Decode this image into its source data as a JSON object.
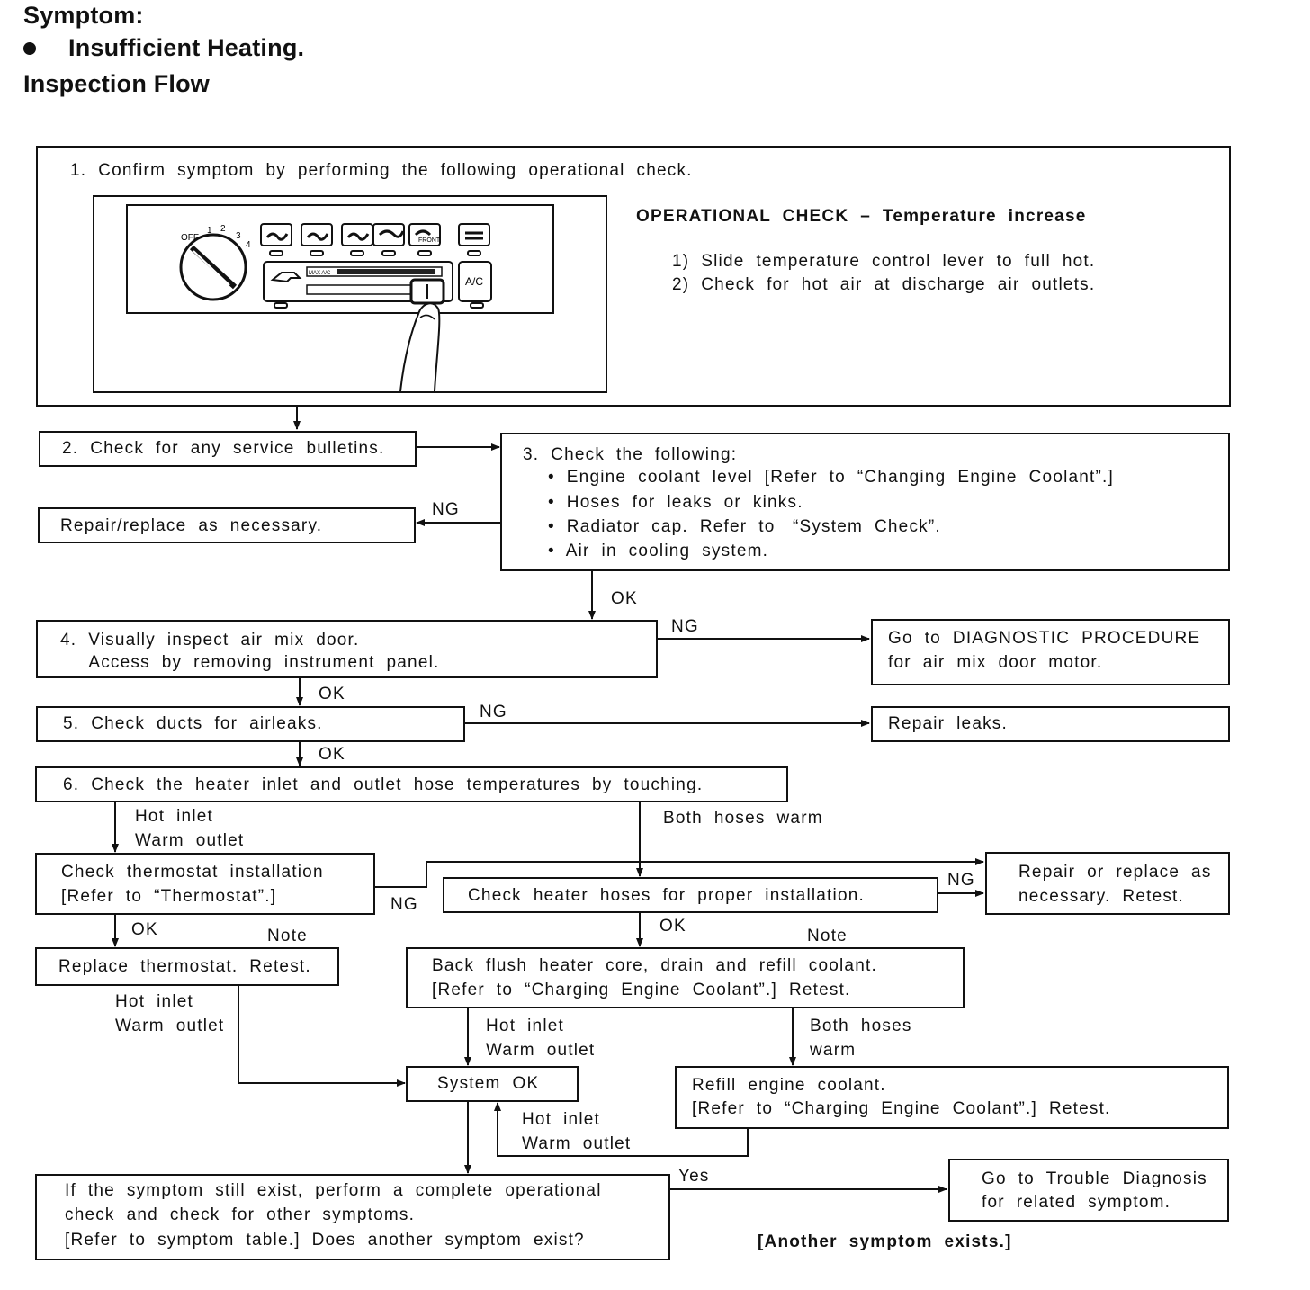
{
  "header": {
    "symptom_label": "Symptom:",
    "symptom_text": "Insufficient Heating.",
    "flow_title": "Inspection Flow"
  },
  "step1": {
    "text": "1.  Confirm  symptom  by  performing  the  following  operational  check.",
    "op_title": "OPERATIONAL  CHECK  –  Temperature  increase",
    "op_line1": "1)  Slide  temperature  control  lever  to  full  hot.",
    "op_line2": "2)  Check  for  hot  air  at  discharge  air  outlets.",
    "panel": {
      "fan_off": "OFF",
      "fan_1": "1",
      "fan_2": "2",
      "fan_3": "3",
      "fan_4": "4",
      "ac": "A/C",
      "max": "MAX A/C",
      "front": "FRONT"
    }
  },
  "step2": "2.  Check  for  any  service  bulletins.",
  "step3": {
    "title": "3.  Check  the  following:",
    "items": [
      "•  Engine  coolant  level  [Refer  to  “Changing  Engine  Coolant”.]",
      "•  Hoses  for  leaks  or  kinks.",
      "•  Radiator  cap.  Refer  to   “System  Check”.",
      "•  Air  in  cooling  system."
    ]
  },
  "repair_replace": "Repair/replace  as  necessary.",
  "step4": {
    "line1": "4.  Visually  inspect  air  mix  door.",
    "line2": "     Access  by  removing  instrument  panel."
  },
  "diag_proc": {
    "line1": "Go  to  DIAGNOSTIC  PROCEDURE",
    "line2": "for  air  mix  door  motor."
  },
  "step5": "5.  Check  ducts  for  airleaks.",
  "repair_leaks": "Repair  leaks.",
  "step6": "6.  Check  the  heater  inlet  and  outlet  hose  temperatures  by  touching.",
  "thermostat": {
    "line1": "Check  thermostat  installation",
    "line2": "[Refer  to  “Thermostat”.]"
  },
  "heater_hoses": "Check  heater  hoses  for  proper  installation.",
  "repair_retest": {
    "line1": "Repair  or  replace  as",
    "line2": "necessary.  Retest."
  },
  "replace_thermostat": "Replace  thermostat.  Retest.",
  "back_flush": {
    "line1": "Back  flush  heater  core,  drain  and  refill  coolant.",
    "line2": "[Refer  to  “Charging  Engine  Coolant”.]  Retest."
  },
  "system_ok": "System  OK",
  "refill": {
    "line1": "Refill  engine  coolant.",
    "line2": "[Refer  to  “Charging  Engine  Coolant”.]  Retest."
  },
  "final_question": {
    "line1": "If  the  symptom  still  exist,  perform  a  complete  operational",
    "line2": "check  and  check  for  other  symptoms.",
    "line3": "[Refer  to  symptom  table.]  Does  another  symptom  exist?"
  },
  "trouble_diag": {
    "line1": "Go  to  Trouble  Diagnosis",
    "line2": "for  related  symptom."
  },
  "another_symptom": "[Another  symptom  exists.]",
  "labels": {
    "ng": "NG",
    "ok": "OK",
    "yes": "Yes",
    "note": "Note",
    "hot_inlet": "Hot  inlet",
    "warm_outlet": "Warm  outlet",
    "both_hoses_warm": "Both  hoses  warm",
    "both_hoses": "Both  hoses",
    "warm": "warm"
  }
}
